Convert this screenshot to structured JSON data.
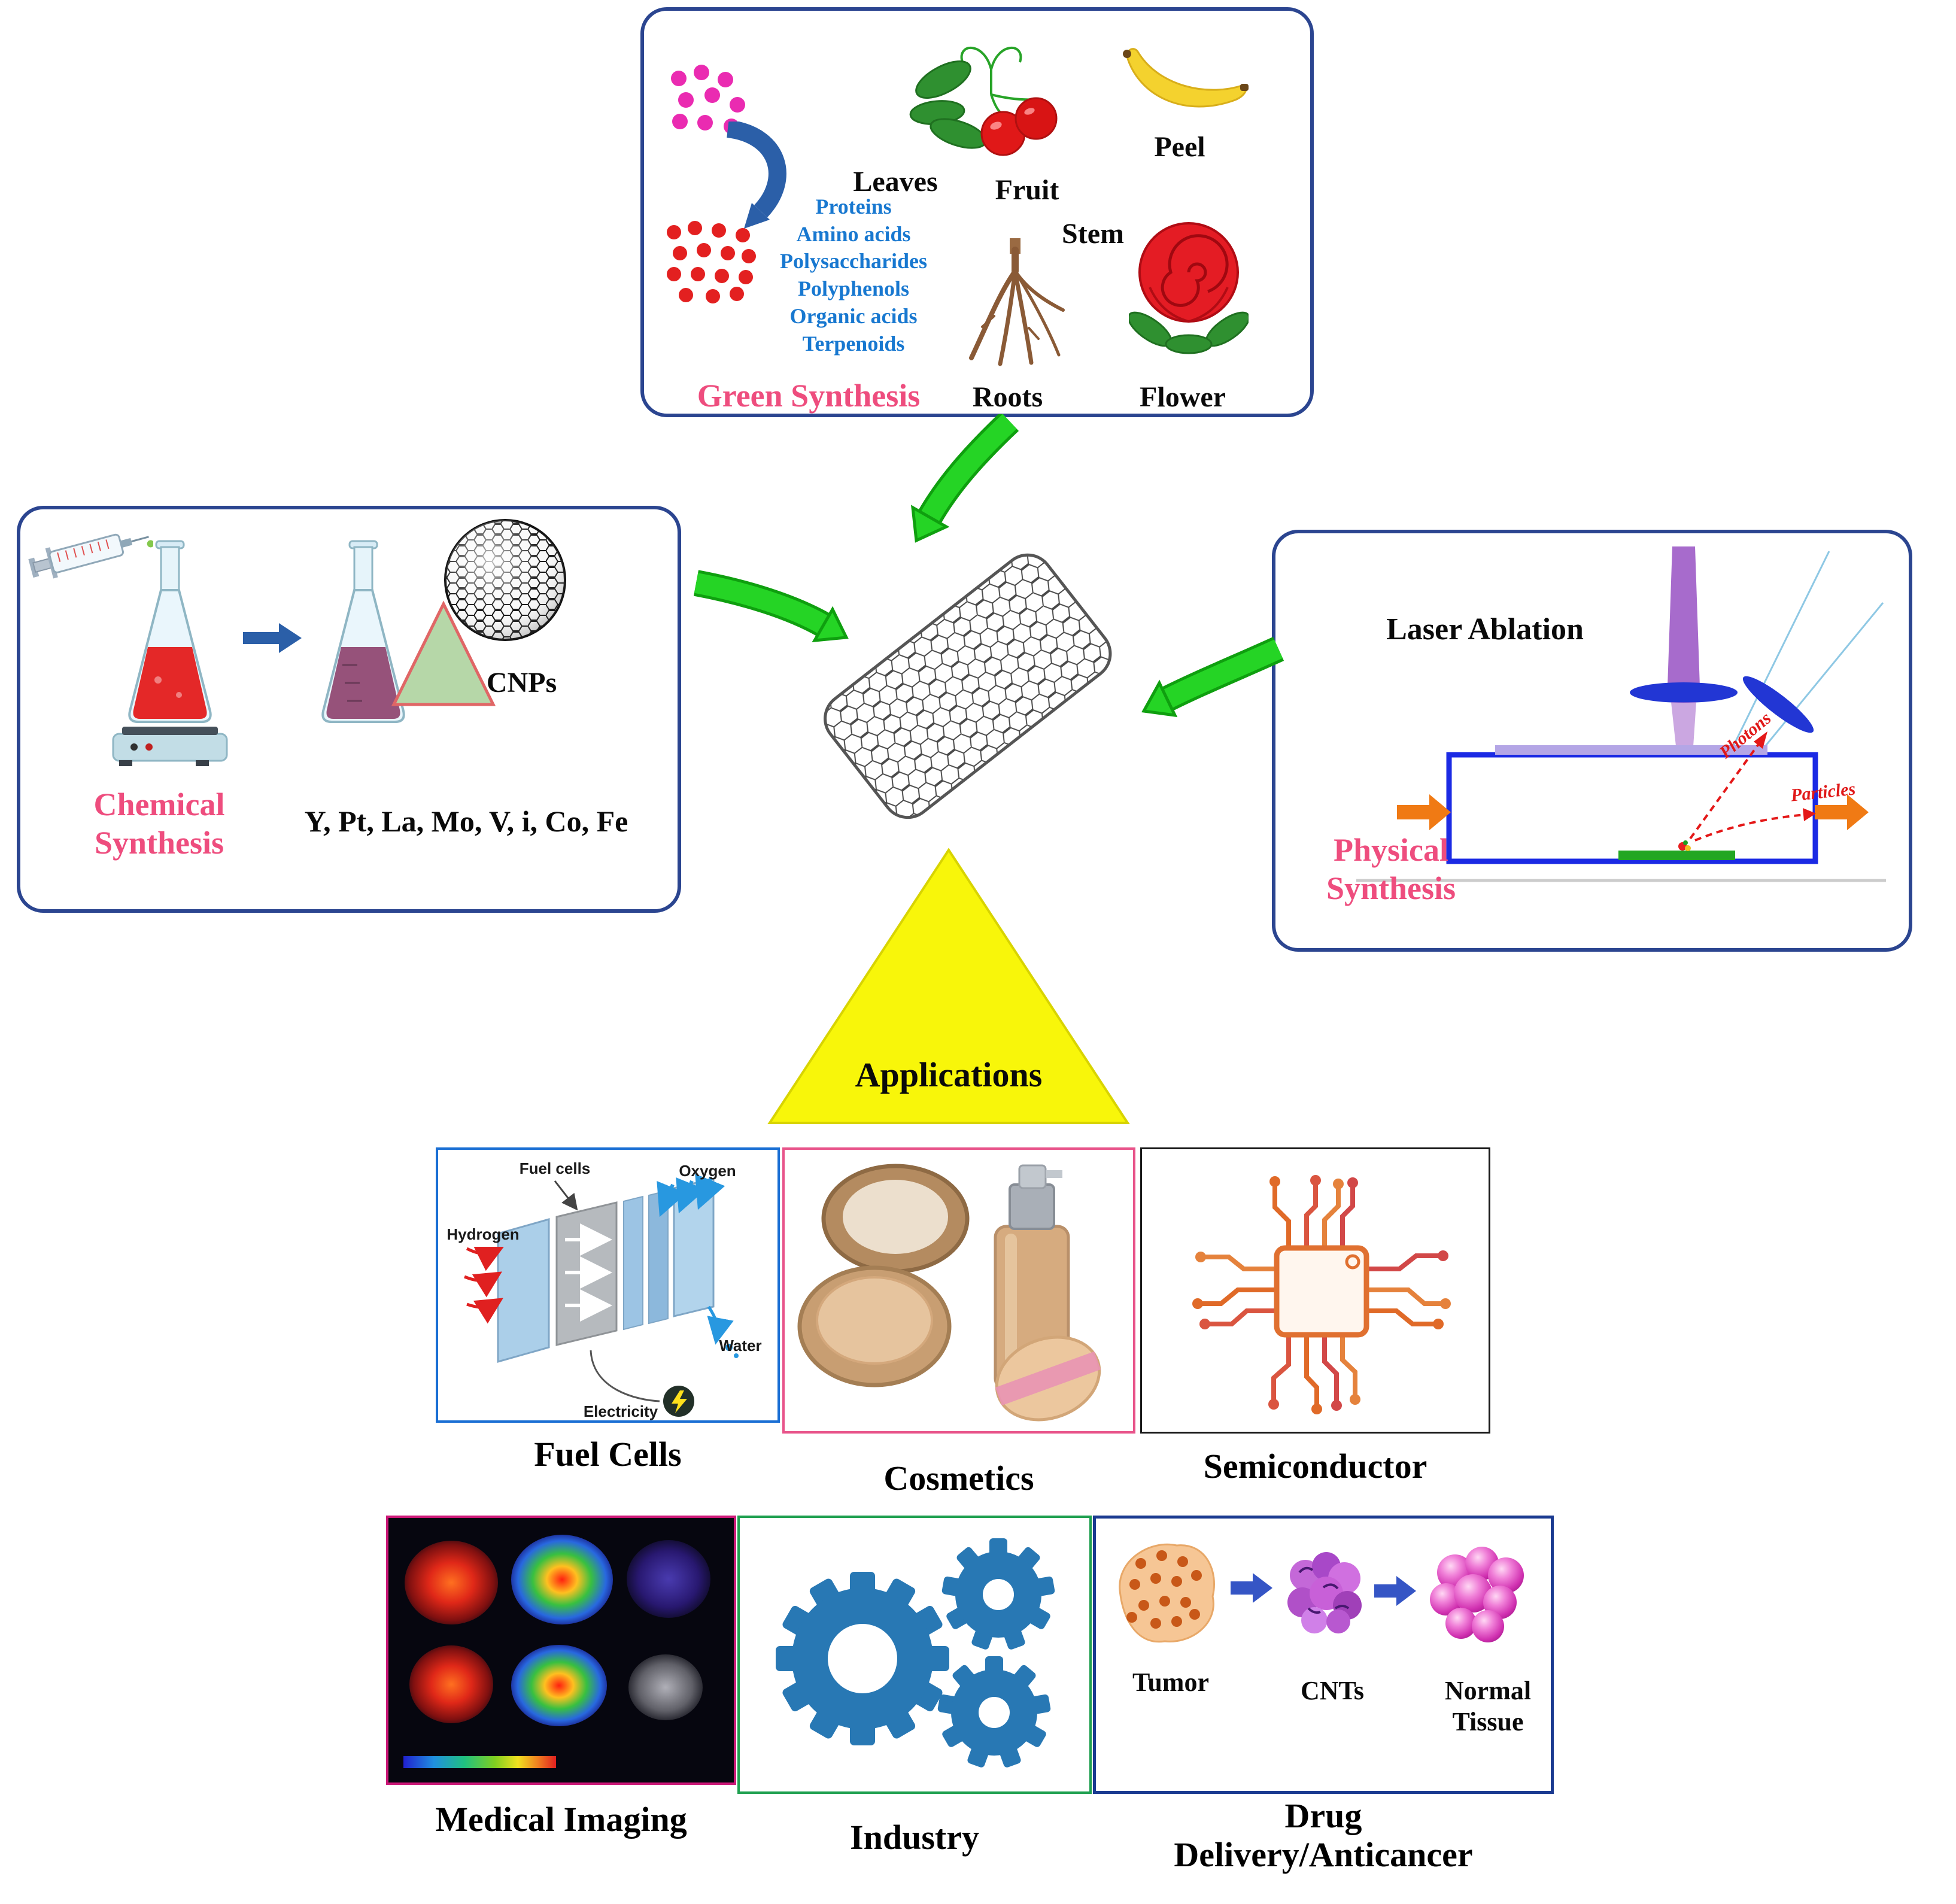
{
  "green_synthesis": {
    "title": "Green Synthesis",
    "parts": {
      "leaves": "Leaves",
      "fruit": "Fruit",
      "peel": "Peel",
      "stem": "Stem",
      "roots": "Roots",
      "flower": "Flower"
    },
    "compounds": [
      "Proteins",
      "Amino acids",
      "Polysaccharides",
      "Polyphenols",
      "Organic acids",
      "Terpenoids"
    ]
  },
  "chemical_synthesis": {
    "title": "Chemical Synthesis",
    "cnps_label": "CNPs",
    "catalyst_elements": "Y, Pt, La, Mo, V,  i, Co, Fe"
  },
  "physical_synthesis": {
    "title": "Physical Synthesis",
    "laser_label": "Laser Ablation",
    "photons_label": "Photons",
    "particles_label": "Particles"
  },
  "applications": {
    "title": "Applications",
    "fuel_cells": {
      "caption": "Fuel Cells",
      "labels": {
        "fuel_cells": "Fuel cells",
        "oxygen": "Oxygen",
        "hydrogen": "Hydrogen",
        "water": "Water",
        "electricity": "Electricity"
      }
    },
    "cosmetics": {
      "caption": "Cosmetics"
    },
    "semiconductor": {
      "caption": "Semiconductor"
    },
    "medical_imaging": {
      "caption": "Medical Imaging"
    },
    "industry": {
      "caption": "Industry"
    },
    "drug_delivery": {
      "caption": "Drug Delivery/Anticancer",
      "labels": {
        "tumor": "Tumor",
        "cnts": "CNTs",
        "normal_tissue": "Normal Tissue"
      }
    }
  },
  "colors": {
    "panel_border": "#2b4590",
    "title_pink": "#ee4d7e",
    "compound_blue": "#1878d0",
    "arrow_green": "#22cc22",
    "triangle_yellow": "#f8f60a"
  }
}
